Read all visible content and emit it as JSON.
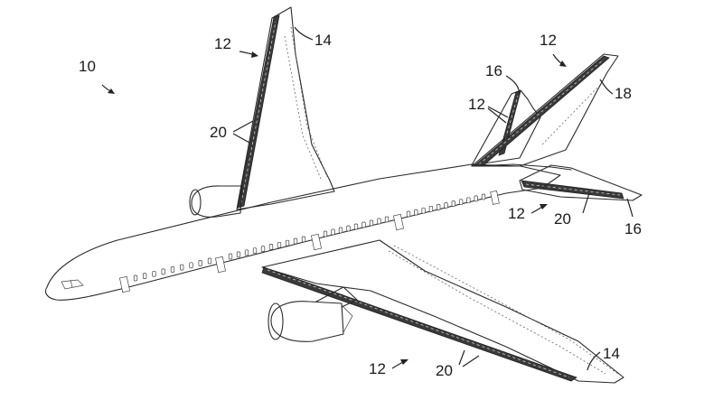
{
  "figure": {
    "reference_numerals": {
      "aircraft": "10",
      "leading_edge_top_left_wing": "12",
      "leading_edge_top_right_stabilizer": "12",
      "leading_edge_vertical_stab": "12",
      "leading_edge_horizontal_stab": "12",
      "leading_edge_bottom_wing": "12",
      "wing_tip_top": "14",
      "wing_tip_bottom": "14",
      "vertical_stab_label": "16",
      "horizontal_stab_tip": "16",
      "stabilizer_tip": "18",
      "slats_top_wing": "20",
      "slats_tail": "20",
      "slats_bottom_wing": "20"
    }
  }
}
